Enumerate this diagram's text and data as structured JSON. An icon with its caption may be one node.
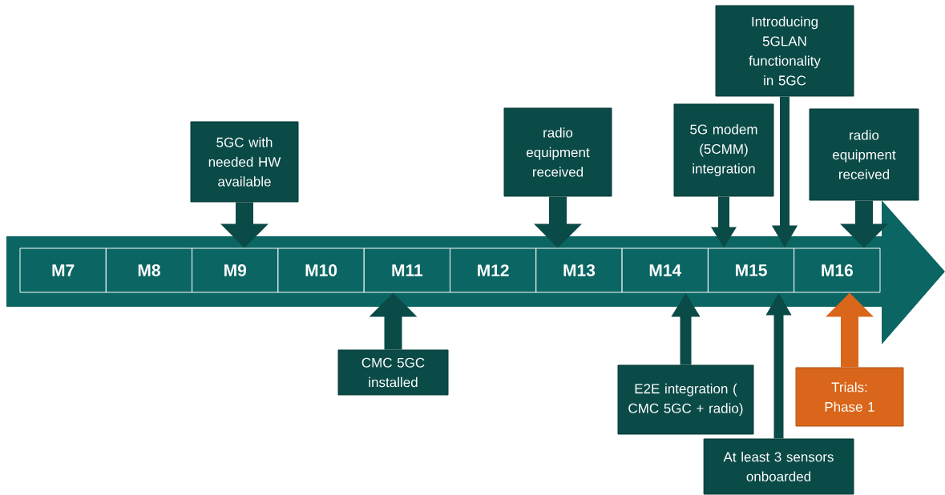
{
  "diagram": {
    "nodes": [
      {
        "text": [],
        "shape": "arrow"
      },
      {
        "text": [
          "M7"
        ],
        "in": 0
      },
      {
        "text": [
          "M8"
        ],
        "in": 0
      },
      {
        "text": [
          "M9"
        ],
        "in": 0
      },
      {
        "text": [
          "M10"
        ],
        "in": 0
      },
      {
        "text": [
          "M11"
        ],
        "in": 0
      },
      {
        "text": [
          "M12"
        ],
        "in": 0
      },
      {
        "text": [
          "M13"
        ],
        "in": 0
      },
      {
        "text": [
          "M14"
        ],
        "in": 0
      },
      {
        "text": [
          "M15"
        ],
        "in": 0
      },
      {
        "text": [
          "M16"
        ],
        "in": 0
      },
      {
        "text": [
          "5GC with needed HW available"
        ]
      },
      {
        "text": [
          "radio equipment received"
        ]
      },
      {
        "text": [
          "5G modem (5CMM) integration"
        ]
      },
      {
        "text": [
          "Introducing 5GLAN functionality in 5GC"
        ]
      },
      {
        "text": [
          "radio equipment received"
        ]
      },
      {
        "text": [
          "CMC 5GC installed"
        ]
      },
      {
        "text": [
          "E2E integration ( CMC 5GC + radio)"
        ]
      },
      {
        "text": [
          "At least 3 sensors onboarded"
        ]
      },
      {
        "text": [
          "Trials: Phase 1"
        ]
      }
    ],
    "edges": [
      {
        "from": 11,
        "to": 3,
        "arrow": "to"
      },
      {
        "from": 12,
        "to": 7,
        "arrow": "to"
      },
      {
        "from": 13,
        "to": 9,
        "arrow": "to"
      },
      {
        "from": 14,
        "to": 9,
        "arrow": "to"
      },
      {
        "from": 15,
        "to": 10,
        "arrow": "to"
      },
      {
        "from": 16,
        "to": 5,
        "arrow": "to"
      },
      {
        "from": 17,
        "to": 8,
        "arrow": "to"
      },
      {
        "from": 18,
        "to": 9,
        "arrow": "to"
      },
      {
        "from": 19,
        "to": 10,
        "arrow": "to",
        "color": "#d9661a"
      }
    ]
  }
}
